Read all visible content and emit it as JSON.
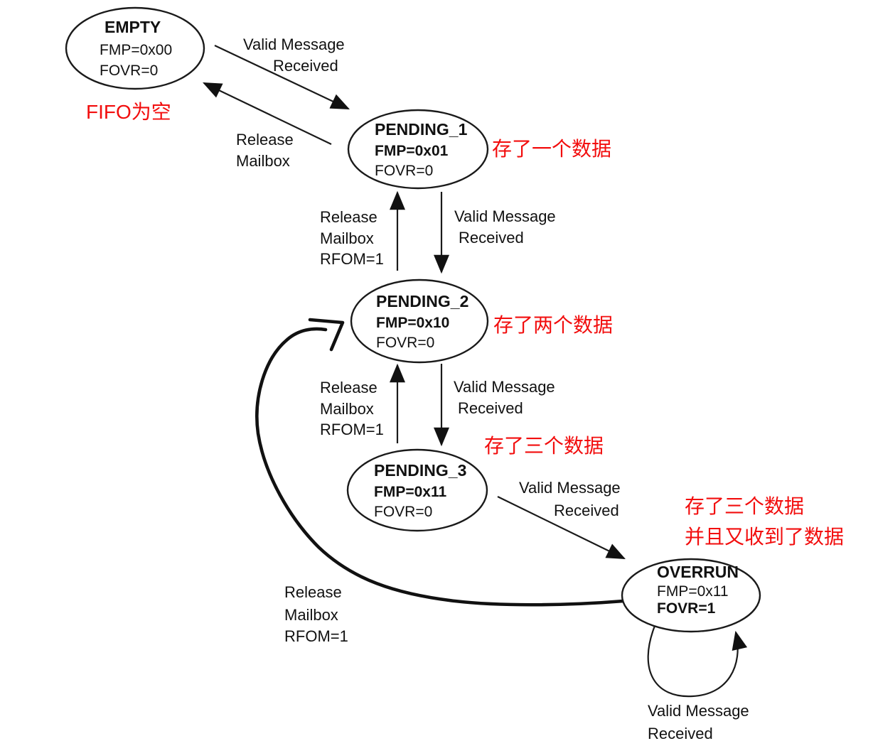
{
  "diagram": {
    "title": "CAN receive FIFO state machine",
    "colors": {
      "annotation": "#f20d0d",
      "line": "#111111"
    },
    "states": [
      {
        "id": "empty",
        "name": "EMPTY",
        "fmp": "FMP=0x00",
        "fovr": "FOVR=0"
      },
      {
        "id": "pending1",
        "name": "PENDING_1",
        "fmp": "FMP=0x01",
        "fovr": "FOVR=0"
      },
      {
        "id": "pending2",
        "name": "PENDING_2",
        "fmp": "FMP=0x10",
        "fovr": "FOVR=0"
      },
      {
        "id": "pending3",
        "name": "PENDING_3",
        "fmp": "FMP=0x11",
        "fovr": "FOVR=0"
      },
      {
        "id": "overrun",
        "name": "OVERRUN",
        "fmp": "FMP=0x11",
        "fovr": "FOVR=1"
      }
    ],
    "labels": {
      "valid_line1": "Valid Message",
      "valid_line2": "Received",
      "release_line1": "Release",
      "release_line2": "Mailbox",
      "rfom": "RFOM=1"
    },
    "annotations": {
      "empty": "FIFO为空",
      "one": "存了一个数据",
      "two": "存了两个数据",
      "three": "存了三个数据",
      "overrun_line1": "存了三个数据",
      "overrun_line2": "并且又收到了数据"
    }
  }
}
